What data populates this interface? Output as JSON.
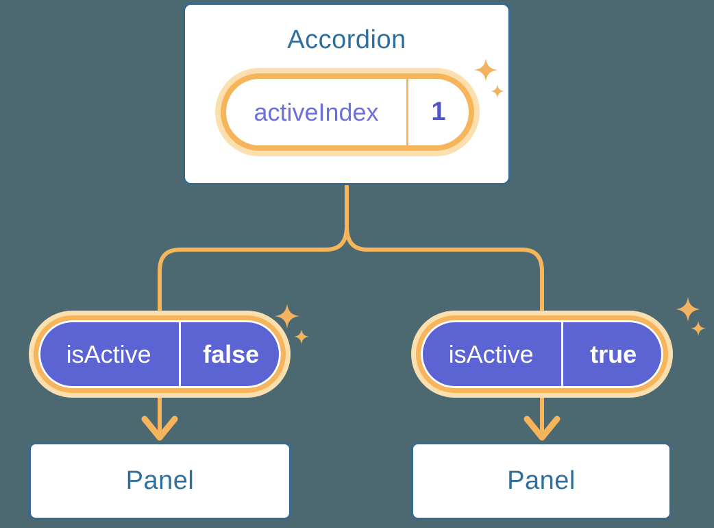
{
  "canvas": {
    "background": "#4C6972"
  },
  "accordion": {
    "title": "Accordion",
    "state_pill": {
      "label": "activeIndex",
      "value": "1"
    }
  },
  "branches": [
    {
      "prop_pill": {
        "label": "isActive",
        "value": "false"
      },
      "panel_title": "Panel"
    },
    {
      "prop_pill": {
        "label": "isActive",
        "value": "true"
      },
      "panel_title": "Panel"
    }
  ],
  "icons": {
    "sparkle": "sparkle-icon",
    "arrow_down": "arrow-down-icon"
  },
  "colors": {
    "background": "#4C6972",
    "card_border": "#35698F",
    "card_text": "#2F6F9C",
    "pill_ring": "#F6B55B",
    "pill_halo": "#FCDFAF",
    "prop_pill_fill": "#5C64D4",
    "prop_pill_text": "#FFFFFF",
    "state_label_text": "#6B70DC",
    "state_value_text": "#5357CE",
    "connector": "#F6B55B",
    "sparkle": "#F2B260"
  }
}
